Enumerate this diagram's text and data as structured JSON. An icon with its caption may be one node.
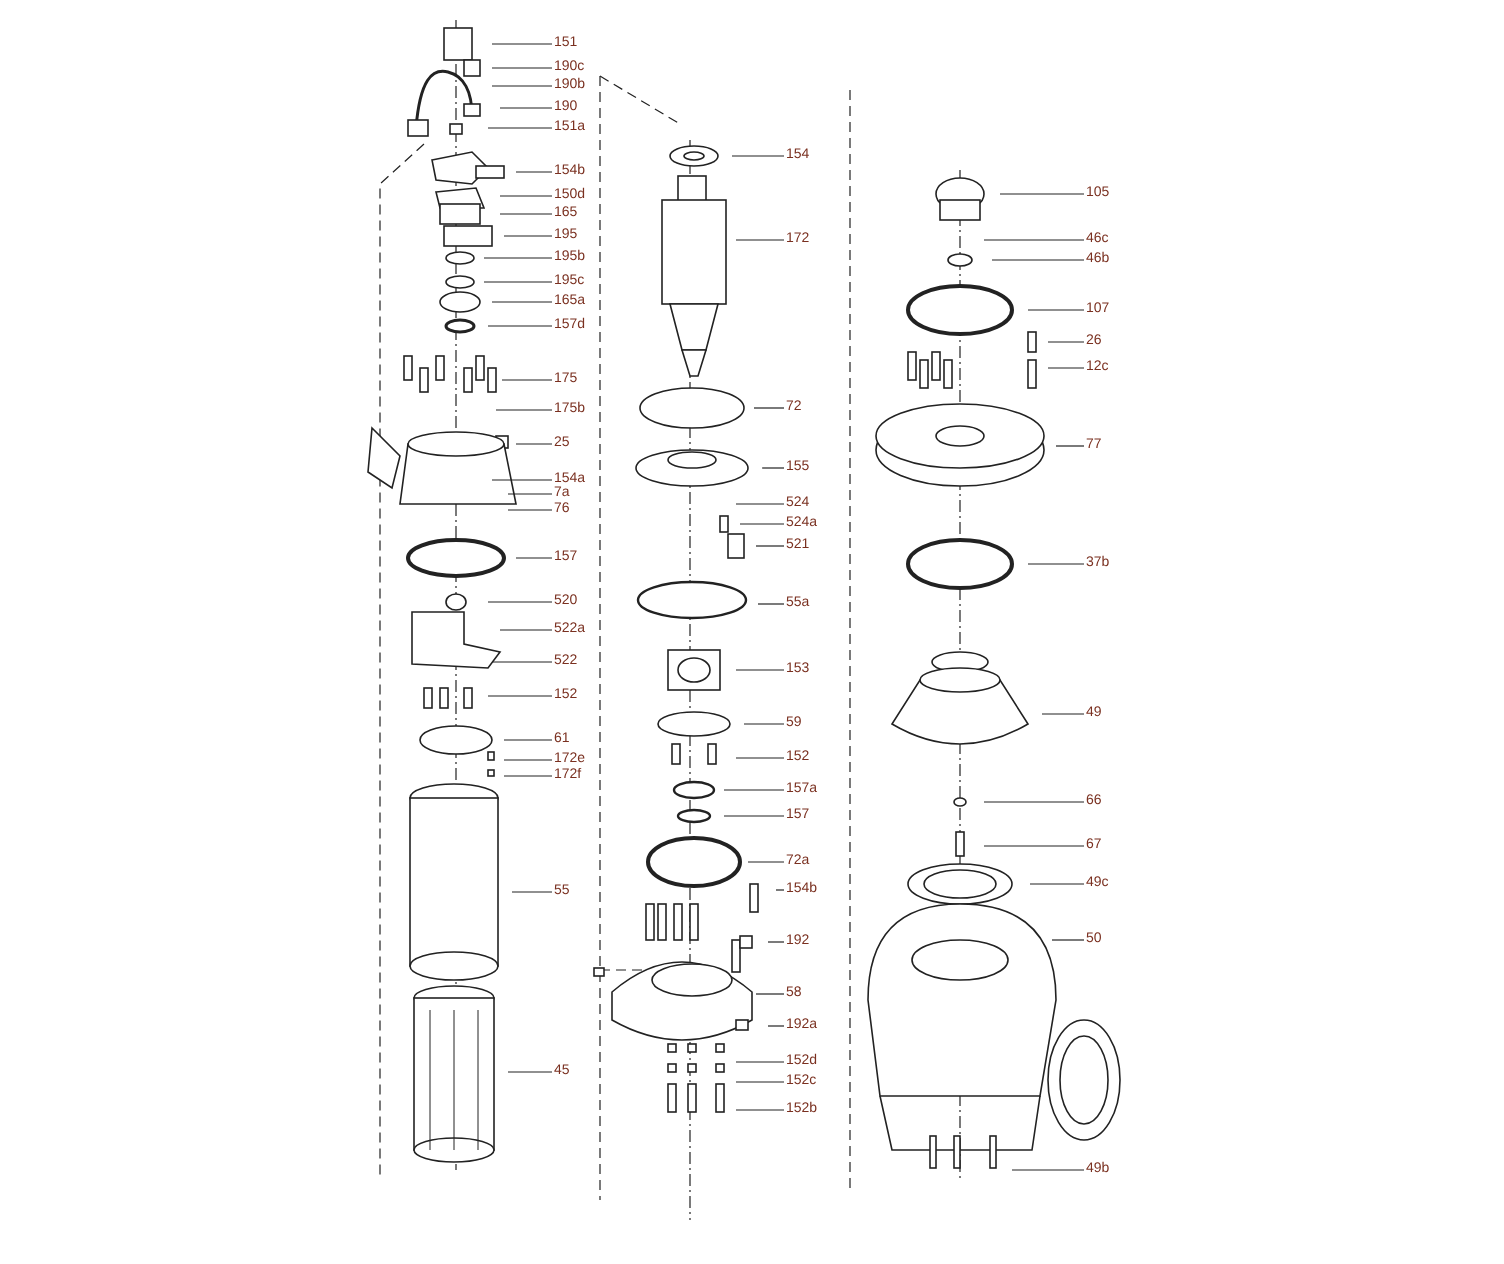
{
  "diagram": {
    "nodes": [
      {
        "text": [
          "151"
        ]
      },
      {
        "text": [
          "190c"
        ]
      },
      {
        "text": [
          "190b"
        ]
      },
      {
        "text": [
          "190"
        ]
      },
      {
        "text": [
          "151a"
        ]
      },
      {
        "text": [
          "154b"
        ]
      },
      {
        "text": [
          "150d"
        ]
      },
      {
        "text": [
          "165"
        ]
      },
      {
        "text": [
          "195"
        ]
      },
      {
        "text": [
          "195b"
        ]
      },
      {
        "text": [
          "195c"
        ]
      },
      {
        "text": [
          "165a"
        ]
      },
      {
        "text": [
          "157d"
        ]
      },
      {
        "text": [
          "175"
        ]
      },
      {
        "text": [
          "175b"
        ]
      },
      {
        "text": [
          "25"
        ]
      },
      {
        "text": [
          "154a"
        ]
      },
      {
        "text": [
          "7a"
        ]
      },
      {
        "text": [
          "76"
        ]
      },
      {
        "text": [
          "157"
        ]
      },
      {
        "text": [
          "520"
        ]
      },
      {
        "text": [
          "522a"
        ]
      },
      {
        "text": [
          "522"
        ]
      },
      {
        "text": [
          "152"
        ]
      },
      {
        "text": [
          "61"
        ]
      },
      {
        "text": [
          "172e"
        ]
      },
      {
        "text": [
          "172f"
        ]
      },
      {
        "text": [
          "55"
        ]
      },
      {
        "text": [
          "45"
        ]
      },
      {
        "text": [
          "154"
        ]
      },
      {
        "text": [
          "172"
        ]
      },
      {
        "text": [
          "72"
        ]
      },
      {
        "text": [
          "155"
        ]
      },
      {
        "text": [
          "524"
        ]
      },
      {
        "text": [
          "524a"
        ]
      },
      {
        "text": [
          "521"
        ]
      },
      {
        "text": [
          "55a"
        ]
      },
      {
        "text": [
          "153"
        ]
      },
      {
        "text": [
          "59"
        ]
      },
      {
        "text": [
          "152"
        ]
      },
      {
        "text": [
          "157a"
        ]
      },
      {
        "text": [
          "157"
        ]
      },
      {
        "text": [
          "72a"
        ]
      },
      {
        "text": [
          "154b"
        ]
      },
      {
        "text": [
          "192"
        ]
      },
      {
        "text": [
          "58"
        ]
      },
      {
        "text": [
          "192a"
        ]
      },
      {
        "text": [
          "152d"
        ]
      },
      {
        "text": [
          "152c"
        ]
      },
      {
        "text": [
          "152b"
        ]
      },
      {
        "text": [
          "105"
        ]
      },
      {
        "text": [
          "46c"
        ]
      },
      {
        "text": [
          "46b"
        ]
      },
      {
        "text": [
          "107"
        ]
      },
      {
        "text": [
          "26"
        ]
      },
      {
        "text": [
          "12c"
        ]
      },
      {
        "text": [
          "77"
        ]
      },
      {
        "text": [
          "37b"
        ]
      },
      {
        "text": [
          "49"
        ]
      },
      {
        "text": [
          "66"
        ]
      },
      {
        "text": [
          "67"
        ]
      },
      {
        "text": [
          "49c"
        ]
      },
      {
        "text": [
          "50"
        ]
      },
      {
        "text": [
          "49b"
        ]
      }
    ],
    "edges": [
      {
        "from": 0,
        "to": null,
        "arrow": "none"
      },
      {
        "from": 1,
        "to": null,
        "arrow": "none"
      },
      {
        "from": 2,
        "to": null,
        "arrow": "none"
      },
      {
        "from": 3,
        "to": null,
        "arrow": "none"
      },
      {
        "from": 4,
        "to": null,
        "arrow": "none"
      },
      {
        "from": 5,
        "to": null,
        "arrow": "none"
      },
      {
        "from": 6,
        "to": null,
        "arrow": "none"
      },
      {
        "from": 7,
        "to": null,
        "arrow": "none"
      },
      {
        "from": 8,
        "to": null,
        "arrow": "none"
      },
      {
        "from": 9,
        "to": null,
        "arrow": "none"
      },
      {
        "from": 10,
        "to": null,
        "arrow": "none"
      },
      {
        "from": 11,
        "to": null,
        "arrow": "none"
      },
      {
        "from": 12,
        "to": null,
        "arrow": "none"
      },
      {
        "from": 13,
        "to": null,
        "arrow": "none"
      },
      {
        "from": 14,
        "to": null,
        "arrow": "none"
      },
      {
        "from": 15,
        "to": null,
        "arrow": "none"
      },
      {
        "from": 16,
        "to": null,
        "arrow": "none"
      },
      {
        "from": 17,
        "to": null,
        "arrow": "none"
      },
      {
        "from": 18,
        "to": null,
        "arrow": "none"
      },
      {
        "from": 19,
        "to": null,
        "arrow": "none"
      },
      {
        "from": 20,
        "to": null,
        "arrow": "none"
      },
      {
        "from": 21,
        "to": null,
        "arrow": "none"
      },
      {
        "from": 22,
        "to": null,
        "arrow": "none"
      },
      {
        "from": 23,
        "to": null,
        "arrow": "none"
      },
      {
        "from": 24,
        "to": null,
        "arrow": "none"
      },
      {
        "from": 25,
        "to": null,
        "arrow": "none"
      },
      {
        "from": 26,
        "to": null,
        "arrow": "none"
      },
      {
        "from": 27,
        "to": null,
        "arrow": "none"
      },
      {
        "from": 28,
        "to": null,
        "arrow": "none"
      },
      {
        "from": 29,
        "to": null,
        "arrow": "none"
      },
      {
        "from": 30,
        "to": null,
        "arrow": "none"
      },
      {
        "from": 31,
        "to": null,
        "arrow": "none"
      },
      {
        "from": 32,
        "to": null,
        "arrow": "none"
      },
      {
        "from": 33,
        "to": null,
        "arrow": "none"
      },
      {
        "from": 34,
        "to": null,
        "arrow": "none"
      },
      {
        "from": 35,
        "to": null,
        "arrow": "none"
      },
      {
        "from": 36,
        "to": null,
        "arrow": "none"
      },
      {
        "from": 37,
        "to": null,
        "arrow": "none"
      },
      {
        "from": 38,
        "to": null,
        "arrow": "none"
      },
      {
        "from": 39,
        "to": null,
        "arrow": "none"
      },
      {
        "from": 40,
        "to": null,
        "arrow": "none"
      },
      {
        "from": 41,
        "to": null,
        "arrow": "none"
      },
      {
        "from": 42,
        "to": null,
        "arrow": "none"
      },
      {
        "from": 43,
        "to": null,
        "arrow": "none"
      },
      {
        "from": 44,
        "to": null,
        "arrow": "none"
      },
      {
        "from": 45,
        "to": null,
        "arrow": "none"
      },
      {
        "from": 46,
        "to": null,
        "arrow": "none"
      },
      {
        "from": 47,
        "to": null,
        "arrow": "none"
      },
      {
        "from": 48,
        "to": null,
        "arrow": "none"
      },
      {
        "from": 49,
        "to": null,
        "arrow": "none"
      },
      {
        "from": 50,
        "to": null,
        "arrow": "none"
      },
      {
        "from": 51,
        "to": null,
        "arrow": "none"
      },
      {
        "from": 52,
        "to": null,
        "arrow": "none"
      },
      {
        "from": 53,
        "to": null,
        "arrow": "none"
      },
      {
        "from": 54,
        "to": null,
        "arrow": "none"
      },
      {
        "from": 55,
        "to": null,
        "arrow": "none"
      },
      {
        "from": 56,
        "to": null,
        "arrow": "none"
      },
      {
        "from": 57,
        "to": null,
        "arrow": "none"
      },
      {
        "from": 58,
        "to": null,
        "arrow": "none"
      },
      {
        "from": 59,
        "to": null,
        "arrow": "none"
      },
      {
        "from": 60,
        "to": null,
        "arrow": "none"
      },
      {
        "from": 61,
        "to": null,
        "arrow": "none"
      },
      {
        "from": 62,
        "to": null,
        "arrow": "none"
      },
      {
        "from": 63,
        "to": null,
        "arrow": "none"
      }
    ]
  }
}
